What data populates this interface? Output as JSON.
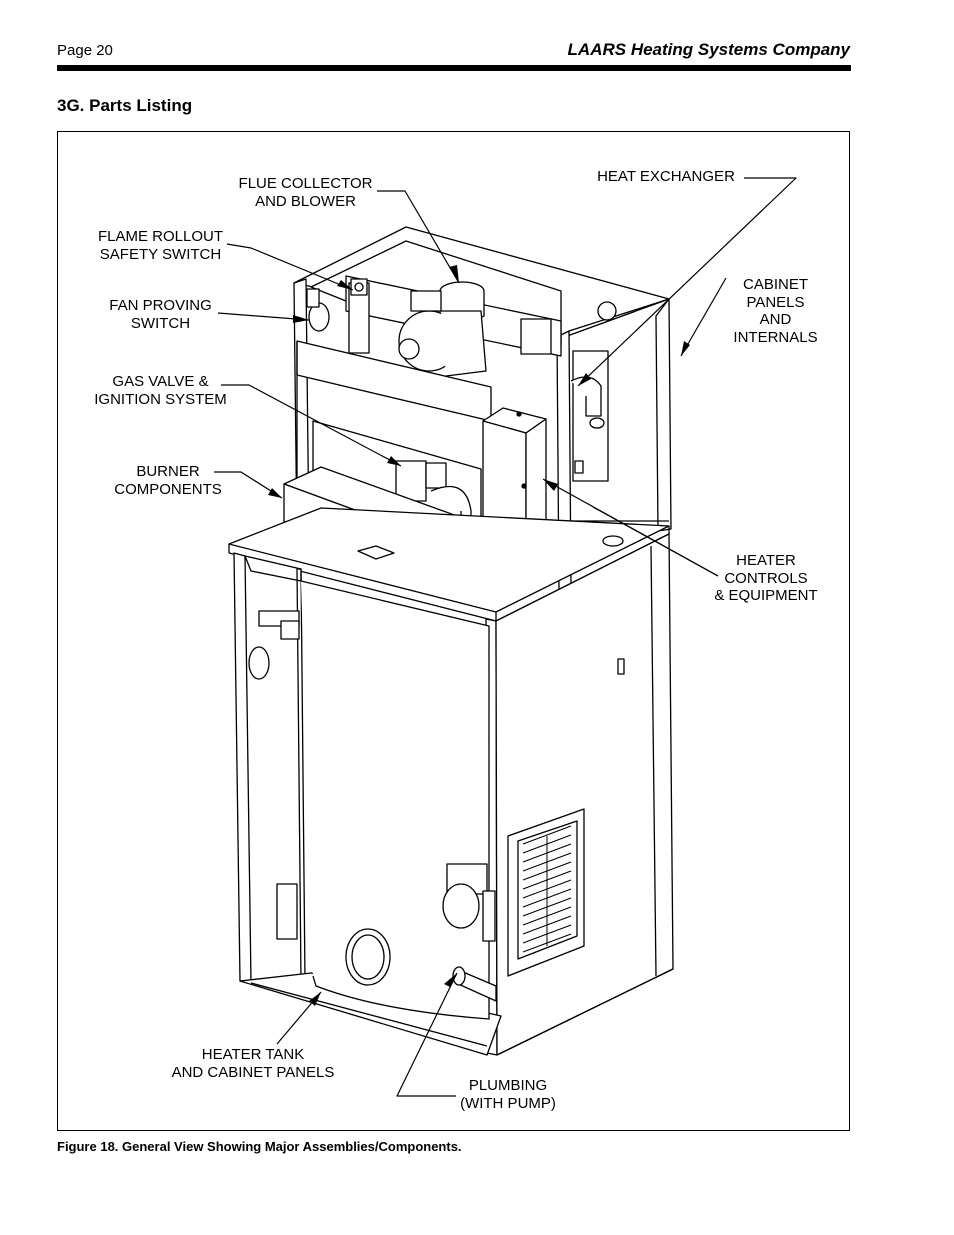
{
  "header": {
    "page_number": "Page 20",
    "company": "LAARS Heating Systems Company"
  },
  "section_title": "3G. Parts Listing",
  "figure": {
    "labels": {
      "flue_collector": "FLUE COLLECTOR\nAND BLOWER",
      "heat_exchanger": "HEAT EXCHANGER",
      "flame_rollout": "FLAME ROLLOUT\nSAFETY SWITCH",
      "cabinet_panels": "CABINET\nPANELS\nAND\nINTERNALS",
      "fan_proving": "FAN PROVING\nSWITCH",
      "gas_valve": "GAS VALVE &\nIGNITION SYSTEM",
      "burner": "BURNER\nCOMPONENTS",
      "heater_controls": "HEATER\nCONTROLS\n& EQUIPMENT",
      "heater_tank": "HEATER TANK\nAND CABINET PANELS",
      "plumbing": "PLUMBING\n(WITH PUMP)"
    },
    "caption": "Figure 18.  General View Showing Major Assemblies/Components."
  }
}
